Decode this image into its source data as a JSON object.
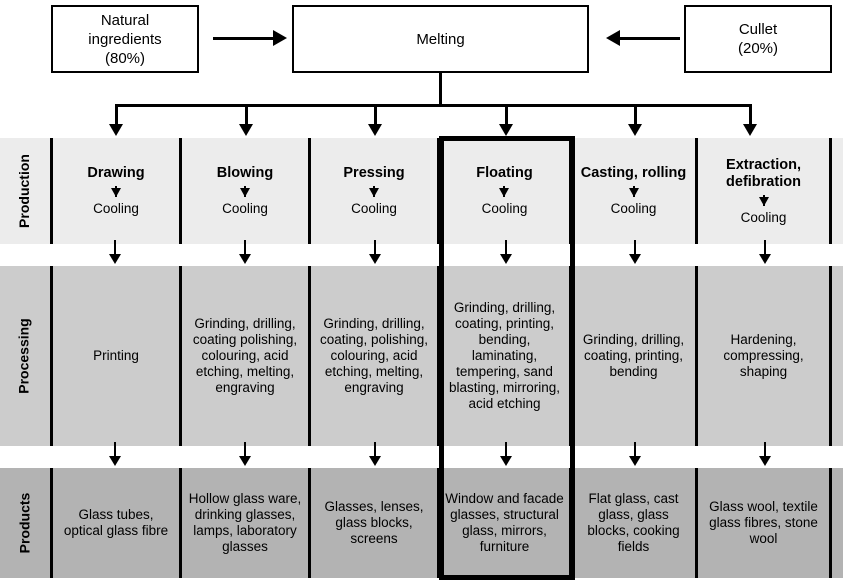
{
  "diagram": {
    "title": "Glass production, processing and products flowchart",
    "inputs": [
      {
        "name": "natural-ingredients",
        "label": "Natural\ningredients\n(80%)",
        "lines": [
          "Natural",
          "ingredients",
          "(80%)"
        ]
      },
      {
        "name": "cullet",
        "label": "Cullet\n(20%)",
        "lines": [
          "Cullet",
          "(20%)"
        ]
      }
    ],
    "process": {
      "name": "melting",
      "label": "Melting"
    },
    "row_labels": {
      "production": "Production",
      "processing": "Processing",
      "products": "Products"
    },
    "colors": {
      "production_band": "#ececec",
      "processing_band": "#cccccc",
      "products_band": "#b3b3b3",
      "border": "#000000",
      "page_background": "#ffffff",
      "highlight_border": "#000000"
    },
    "highlight_column": "Floating",
    "cooling_label": "Cooling",
    "columns": [
      {
        "id": "drawing",
        "production": "Drawing",
        "cooling": "Cooling",
        "processing": "Printing",
        "products": "Glass tubes, optical glass fibre",
        "highlighted": false
      },
      {
        "id": "blowing",
        "production": "Blowing",
        "cooling": "Cooling",
        "processing": "Grinding, drilling, coating polishing, colouring, acid etching, melting, engraving",
        "products": "Hollow glass ware, drinking glasses, lamps, laboratory glasses",
        "highlighted": false
      },
      {
        "id": "pressing",
        "production": "Pressing",
        "cooling": "Cooling",
        "processing": "Grinding, drilling, coating, polishing, colouring, acid etching, melting, engraving",
        "products": "Glasses, lenses, glass blocks, screens",
        "highlighted": false
      },
      {
        "id": "floating",
        "production": "Floating",
        "cooling": "Cooling",
        "processing": "Grinding, drilling, coating, printing, bending, laminating, tempering, sand blasting, mirroring, acid etching",
        "products": "Window and facade glasses, structural glass, mirrors, furniture",
        "highlighted": true
      },
      {
        "id": "casting-rolling",
        "production": "Casting, rolling",
        "cooling": "Cooling",
        "processing": "Grinding, drilling, coating, printing, bending",
        "products": "Flat glass, cast glass, glass blocks, cooking fields",
        "highlighted": false
      },
      {
        "id": "extraction-defibration",
        "production": "Extraction, defibration",
        "cooling": "Cooling",
        "processing": "Hardening, compressing, shaping",
        "products": "Glass wool, textile glass fibres, stone wool",
        "highlighted": false
      }
    ]
  }
}
